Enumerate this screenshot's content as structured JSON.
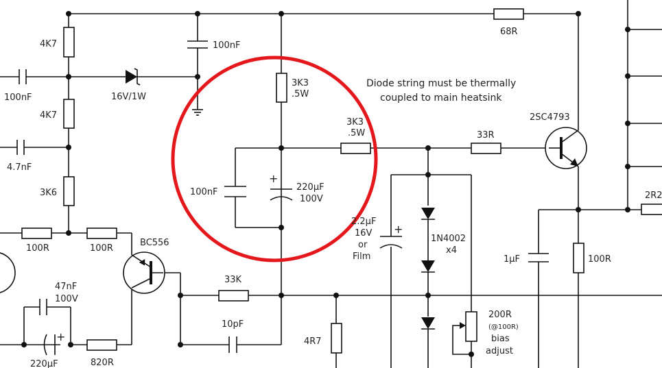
{
  "labels": {
    "r_4k7_a": "4K7",
    "r_4k7_b": "4K7",
    "r_3k6": "3K6",
    "c_100nf_in": "100nF",
    "c_4n7": "4.7nF",
    "zener": "16V/1W",
    "c_100nf_top": "100nF",
    "r_3k3_top": "3K3",
    "r_3k3_top_w": ".5W",
    "r_3k3_mid": "3K3",
    "r_3k3_mid_w": ".5W",
    "c_100nf_mid": "100nF",
    "c_220uf": "220µF",
    "c_220uf_v": "100V",
    "note_line1": "Diode string must be thermally",
    "note_line2": "coupled to main heatsink",
    "r_68r": "68R",
    "r_33r": "33R",
    "q_2sc4793": "2SC4793",
    "r_2r2": "2R2",
    "c_1uf": "1µF",
    "r_100r_right": "100R",
    "r_100r_a": "100R",
    "r_100r_b": "100R",
    "q_bc556": "BC556",
    "c_47nf": "47nF",
    "c_47nf_v": "100V",
    "c_220uf_low": "220µF",
    "r_820r": "820R",
    "r_33k": "33K",
    "c_10pf": "10pF",
    "r_4r7": "4R7",
    "c_2u2_a": "2.2µF",
    "c_2u2_b": "16V",
    "c_2u2_c": "or",
    "c_2u2_d": "Film",
    "d_1n4002": "1N4002",
    "d_1n4002_x": "x4",
    "pot_200r": "200R",
    "pot_sub": "(@100R)",
    "pot_bias": "bias",
    "pot_adjust": "adjust",
    "plus_220": "+",
    "plus_2u2": "+",
    "plus_220low": "+"
  },
  "colors": {
    "wire": "#111111",
    "highlight": "#e3171c"
  }
}
